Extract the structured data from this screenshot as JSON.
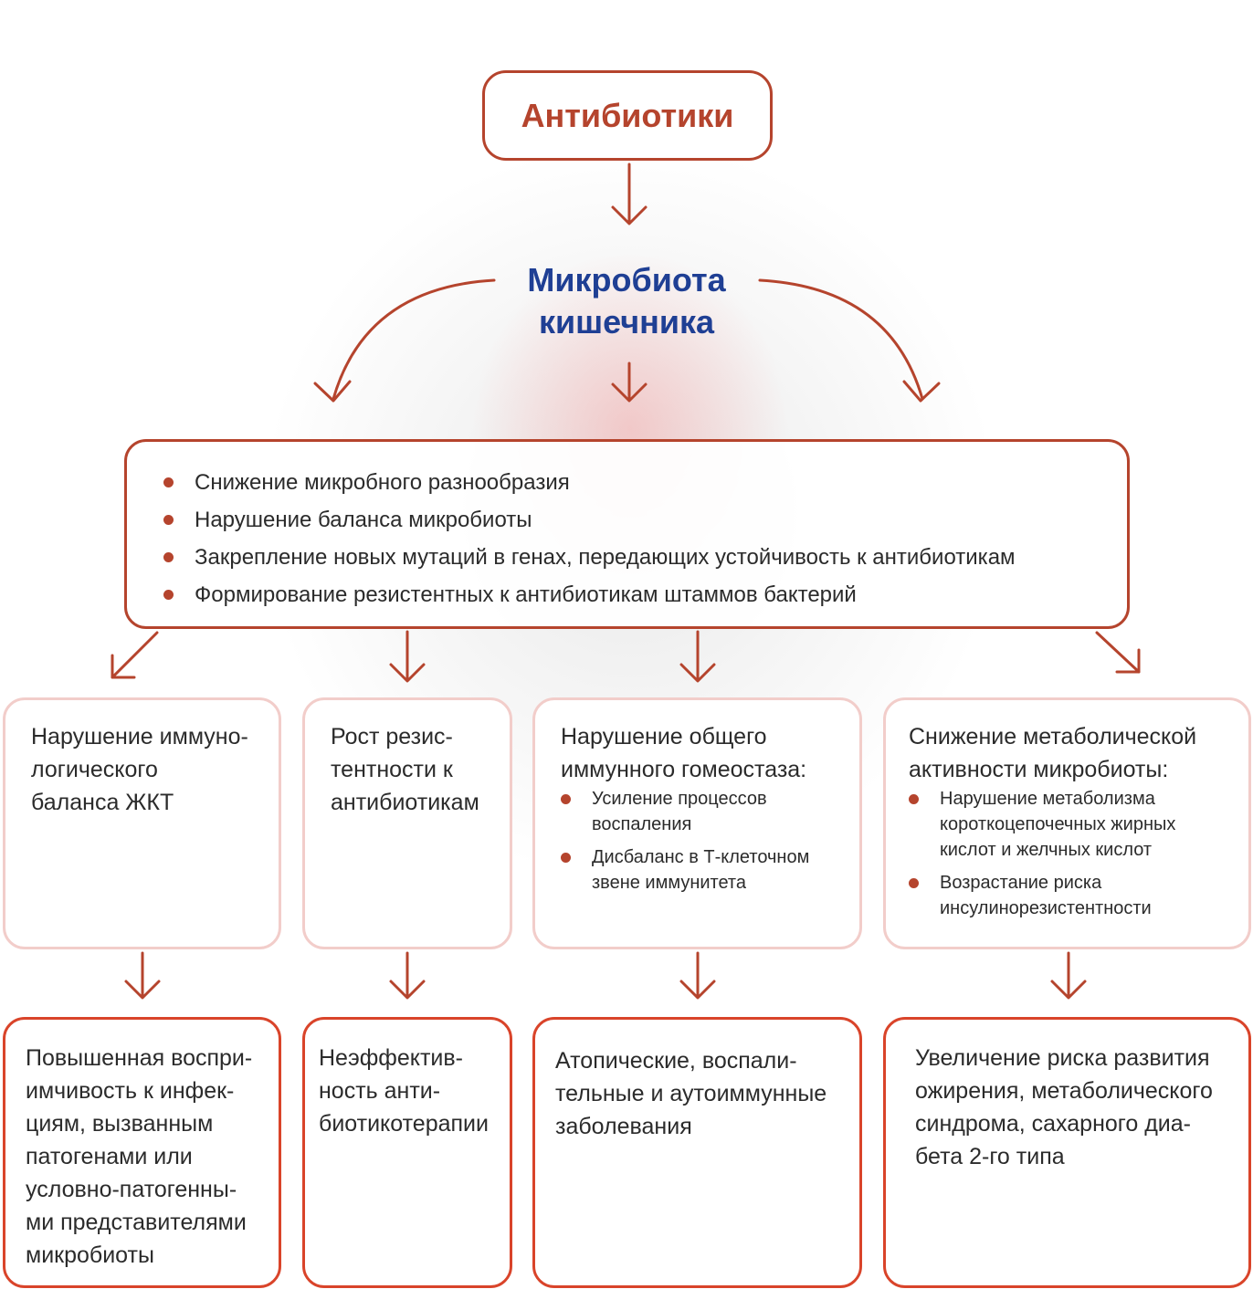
{
  "source": {
    "title": "Антибиотики"
  },
  "microbiota": {
    "title": "Микробиота кишечника",
    "title_lines": [
      "Микробиота",
      "кишечника"
    ]
  },
  "effects": {
    "items": [
      "Снижение микробного разнообразия",
      "Нарушение баланса микробиоты",
      "Закрепление новых мутаций в генах, передающих устойчивость к антибиотикам",
      "Формирование резистентных к антибиотикам штаммов бактерий"
    ]
  },
  "consequences": [
    {
      "title": "Нарушение иммуно-\nлогического\nбаланса ЖКТ",
      "items": []
    },
    {
      "title": "Рост резис-\nтентности к\nантибиотикам",
      "items": []
    },
    {
      "title": "Нарушение общего\nиммунного гомеостаза:",
      "items": [
        "Усиление процессов\nвоспаления",
        "Дисбаланс в Т-клеточном\nзвене иммунитета"
      ]
    },
    {
      "title": "Снижение метаболической\nактивности микробиоты:",
      "items": [
        "Нарушение метаболизма\nкороткоцепочечных жирных\nкислот и желчных кислот",
        "Возрастание риска\nинсулинорезистентности"
      ]
    }
  ],
  "outcomes": [
    "Повышенная воспри-\nимчивость к инфек-\nциям, вызванным\nпатогенами или\nусловно-патогенны-\nми представителями\nмикробиоты",
    "Неэффектив-\nность анти-\nбиотикотерапии",
    "Атопические, воспали-\nтельные и аутоиммунные\nзаболевания",
    "Увеличение риска развития\nожирения, метаболического\nсиндрома, сахарного диа-\nбета 2-го типа"
  ],
  "colors": {
    "accent": "#b5442d",
    "title_blue": "#1f3f94",
    "mid_border": "#f2cdca",
    "outcome_border": "#d9442a",
    "text": "#2b2b2b"
  }
}
